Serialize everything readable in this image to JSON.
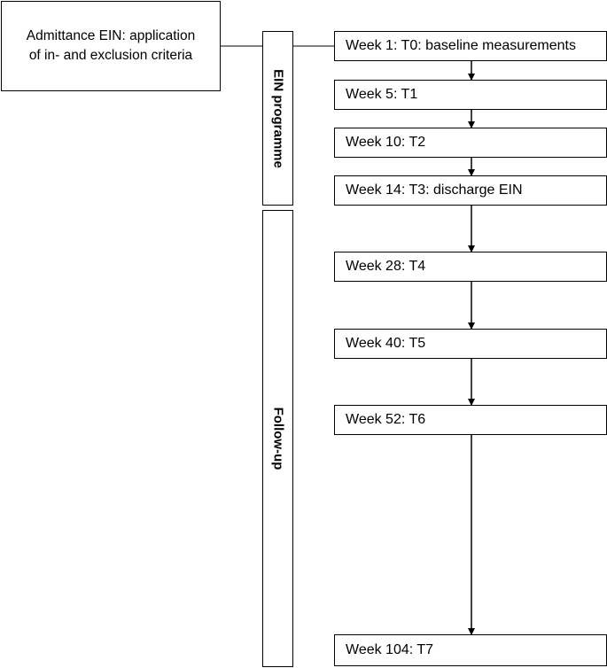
{
  "admittance": {
    "line1": "Admittance EIN: application",
    "line2": "of in- and exclusion criteria"
  },
  "phases": [
    {
      "label": "EIN programme"
    },
    {
      "label": "Follow-up"
    }
  ],
  "weeks": [
    {
      "label": "Week 1: T0: baseline measurements"
    },
    {
      "label": "Week 5: T1"
    },
    {
      "label": "Week 10: T2"
    },
    {
      "label": "Week 14: T3: discharge EIN"
    },
    {
      "label": "Week 28: T4"
    },
    {
      "label": "Week 40: T5"
    },
    {
      "label": "Week 52: T6"
    },
    {
      "label": "Week 104: T7"
    }
  ]
}
